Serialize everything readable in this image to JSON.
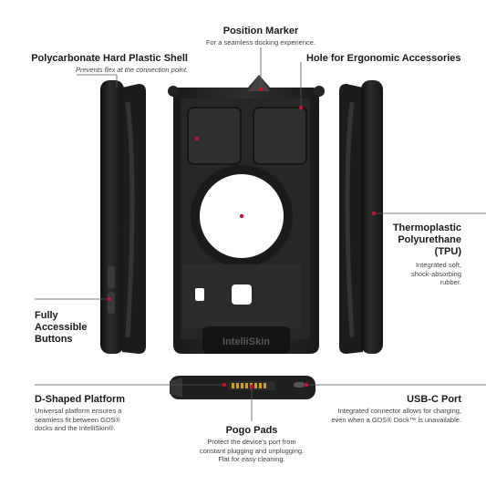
{
  "labels": {
    "position_marker": {
      "title": "Position Marker",
      "desc": "For a seamless docking experience."
    },
    "polycarbonate": {
      "title": "Polycarbonate Hard Plastic Shell",
      "desc": "Prevents flex at the connection point."
    },
    "hole": {
      "title": "Hole for Ergonomic Accessories"
    },
    "tpu": {
      "title_l1": "Thermoplastic",
      "title_l2": "Polyurethane",
      "title_l3": "(TPU)",
      "desc_l1": "Integrated soft,",
      "desc_l2": "shock-absorbing",
      "desc_l3": "rubber."
    },
    "buttons": {
      "title_l1": "Fully",
      "title_l2": "Accessible",
      "title_l3": "Buttons"
    },
    "d_shaped": {
      "title": "D-Shaped Platform",
      "desc_l1": "Universal platform ensures a",
      "desc_l2": "seamless fit between GDS®",
      "desc_l3": "docks and the IntelliSkin®."
    },
    "usbc": {
      "title": "USB-C Port",
      "desc_l1": "Integrated connector allows for charging,",
      "desc_l2": "even when a GDS® Dock™ is unavailable."
    },
    "pogo": {
      "title": "Pogo Pads",
      "desc_l1": "Protect the device's port from",
      "desc_l2": "constant plugging and unplugging.",
      "desc_l3": "Flat for easy cleaning."
    }
  },
  "product_logo": "IntelliSkin",
  "colors": {
    "case": "#1e1e1e",
    "case_highlight": "#3a3a3a",
    "marker_dot": "#c8102e",
    "line": "#555555"
  }
}
